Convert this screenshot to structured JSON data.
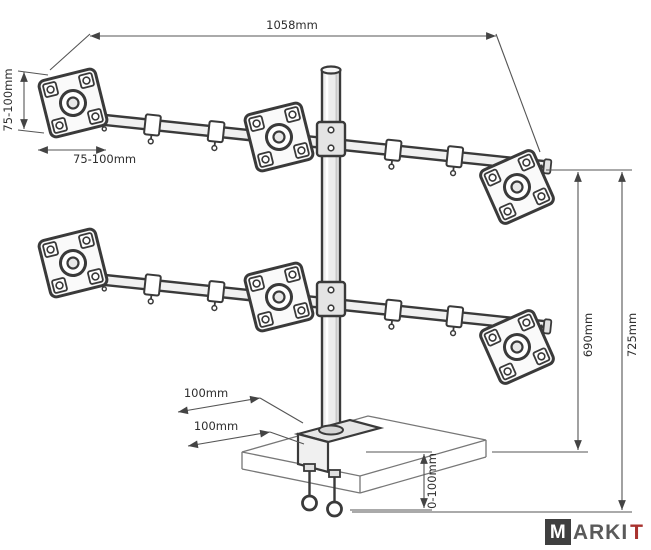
{
  "diagram": {
    "dims": {
      "top_width": "1058mm",
      "vesa_height": "75-100mm",
      "vesa_width": "75-100mm",
      "height_total": "725mm",
      "height_pole": "690mm",
      "clamp_depth_top": "100mm",
      "clamp_depth_bottom": "100mm",
      "desk_thickness": "0-100mm"
    },
    "colors": {
      "structure_line": "#3a3a3a",
      "dimension_line": "#555555",
      "accent_red": "#a8322e"
    }
  },
  "logo": {
    "box_letter": "M",
    "text": "ARKI",
    "accent_letter": "T"
  }
}
